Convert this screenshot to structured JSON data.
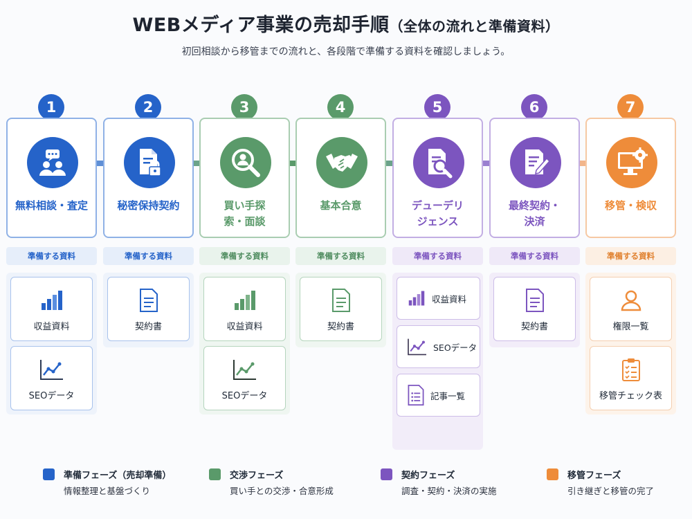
{
  "title": "WEBメディア事業の売却手順",
  "title_suffix": "（全体の流れと準備資料）",
  "subtitle": "初回相談から移管までの流れと、各段階で準備する資料を確認しましょう。",
  "prep_label": "準備する資料",
  "colors": {
    "blue": "#2563c9",
    "green": "#5a9a6a",
    "purple": "#7c55bf",
    "orange": "#ee8c3a"
  },
  "steps": [
    {
      "number": "1",
      "label": "無料相談・査定",
      "icon": "consultation-people-icon"
    },
    {
      "number": "2",
      "label": "秘密保持契約",
      "icon": "document-lock-icon"
    },
    {
      "number": "3",
      "label": "買い手探索・面談",
      "icon": "search-person-icon"
    },
    {
      "number": "4",
      "label": "基本合意",
      "icon": "handshake-icon"
    },
    {
      "number": "5",
      "label": "デューデリジェンス",
      "icon": "document-search-icon"
    },
    {
      "number": "6",
      "label": "最終契約・決済",
      "icon": "contract-sign-icon"
    },
    {
      "number": "7",
      "label": "移管・検収",
      "icon": "monitor-gear-icon"
    }
  ],
  "docs": {
    "step1": [
      "収益資料",
      "SEOデータ"
    ],
    "step2": [
      "契約書"
    ],
    "step3": [
      "収益資料",
      "SEOデータ"
    ],
    "step4": [
      "契約書"
    ],
    "step5": [
      "収益資料",
      "SEOデータ",
      "記事一覧"
    ],
    "step6": [
      "契約書"
    ],
    "step7": [
      "権限一覧",
      "移管チェック表"
    ]
  },
  "legend": [
    {
      "title": "準備フェーズ（売却準備）",
      "desc": "情報整理と基盤づくり"
    },
    {
      "title": "交渉フェーズ",
      "desc": "買い手との交渉・合意形成"
    },
    {
      "title": "契約フェーズ",
      "desc": "調査・契約・決済の実施"
    },
    {
      "title": "移管フェーズ",
      "desc": "引き継ぎと移管の完了"
    }
  ]
}
